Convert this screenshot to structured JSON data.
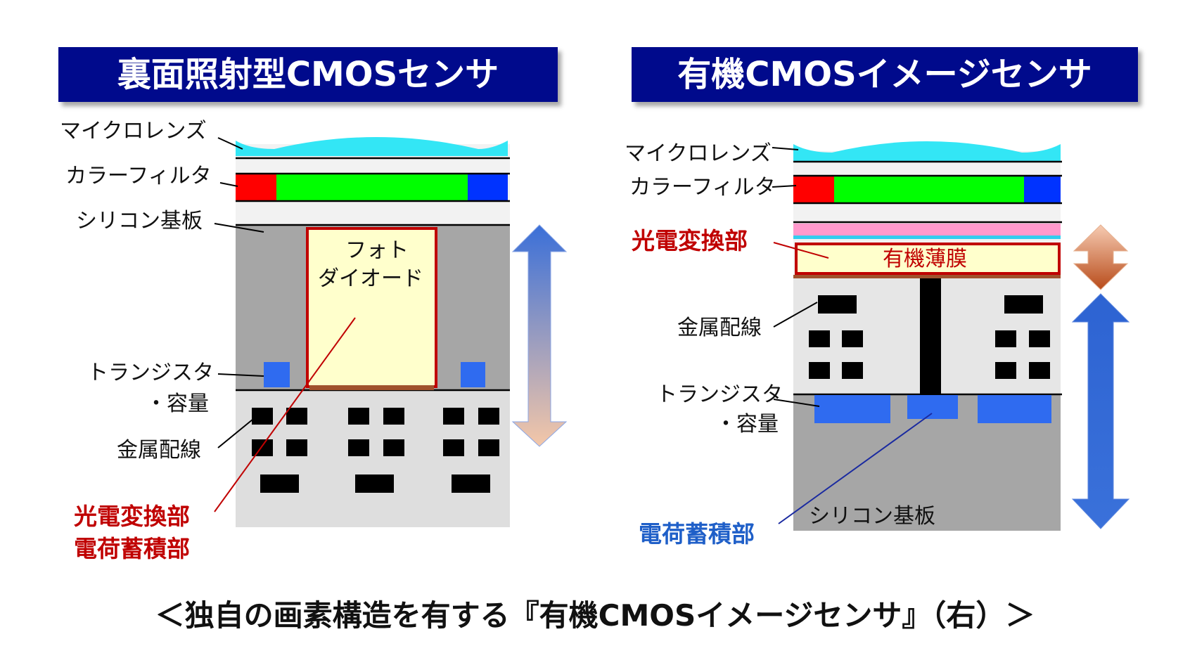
{
  "left": {
    "title": "裏面照射型CMOSセンサ",
    "labels": {
      "microlens": "マイクロレンズ",
      "color_filter": "カラーフィルタ",
      "silicon": "シリコン基板",
      "transistor_1": "トランジスタ",
      "transistor_2": "・容量",
      "wiring": "金属配線",
      "photodiode_1": "フォト",
      "photodiode_2": "ダイオード",
      "conversion": "光電変換部",
      "storage": "電荷蓄積部"
    }
  },
  "right": {
    "title": "有機CMOSイメージセンサ",
    "labels": {
      "microlens": "マイクロレンズ",
      "color_filter": "カラーフィルタ",
      "conversion": "光電変換部",
      "organic_film": "有機薄膜",
      "wiring": "金属配線",
      "transistor_1": "トランジスタ",
      "transistor_2": "・容量",
      "silicon": "シリコン基板",
      "storage": "電荷蓄積部"
    }
  },
  "caption": "＜独自の画素構造を有する『有機CMOSイメージセンサ』（右）＞",
  "colors": {
    "banner": "#000a8c",
    "red_filter": "#ff0000",
    "green_filter": "#00ff00",
    "blue_filter": "#0033ff",
    "microlens": "#33e6f5",
    "accent_red": "#c00000",
    "accent_blue": "#1f5fc8"
  }
}
